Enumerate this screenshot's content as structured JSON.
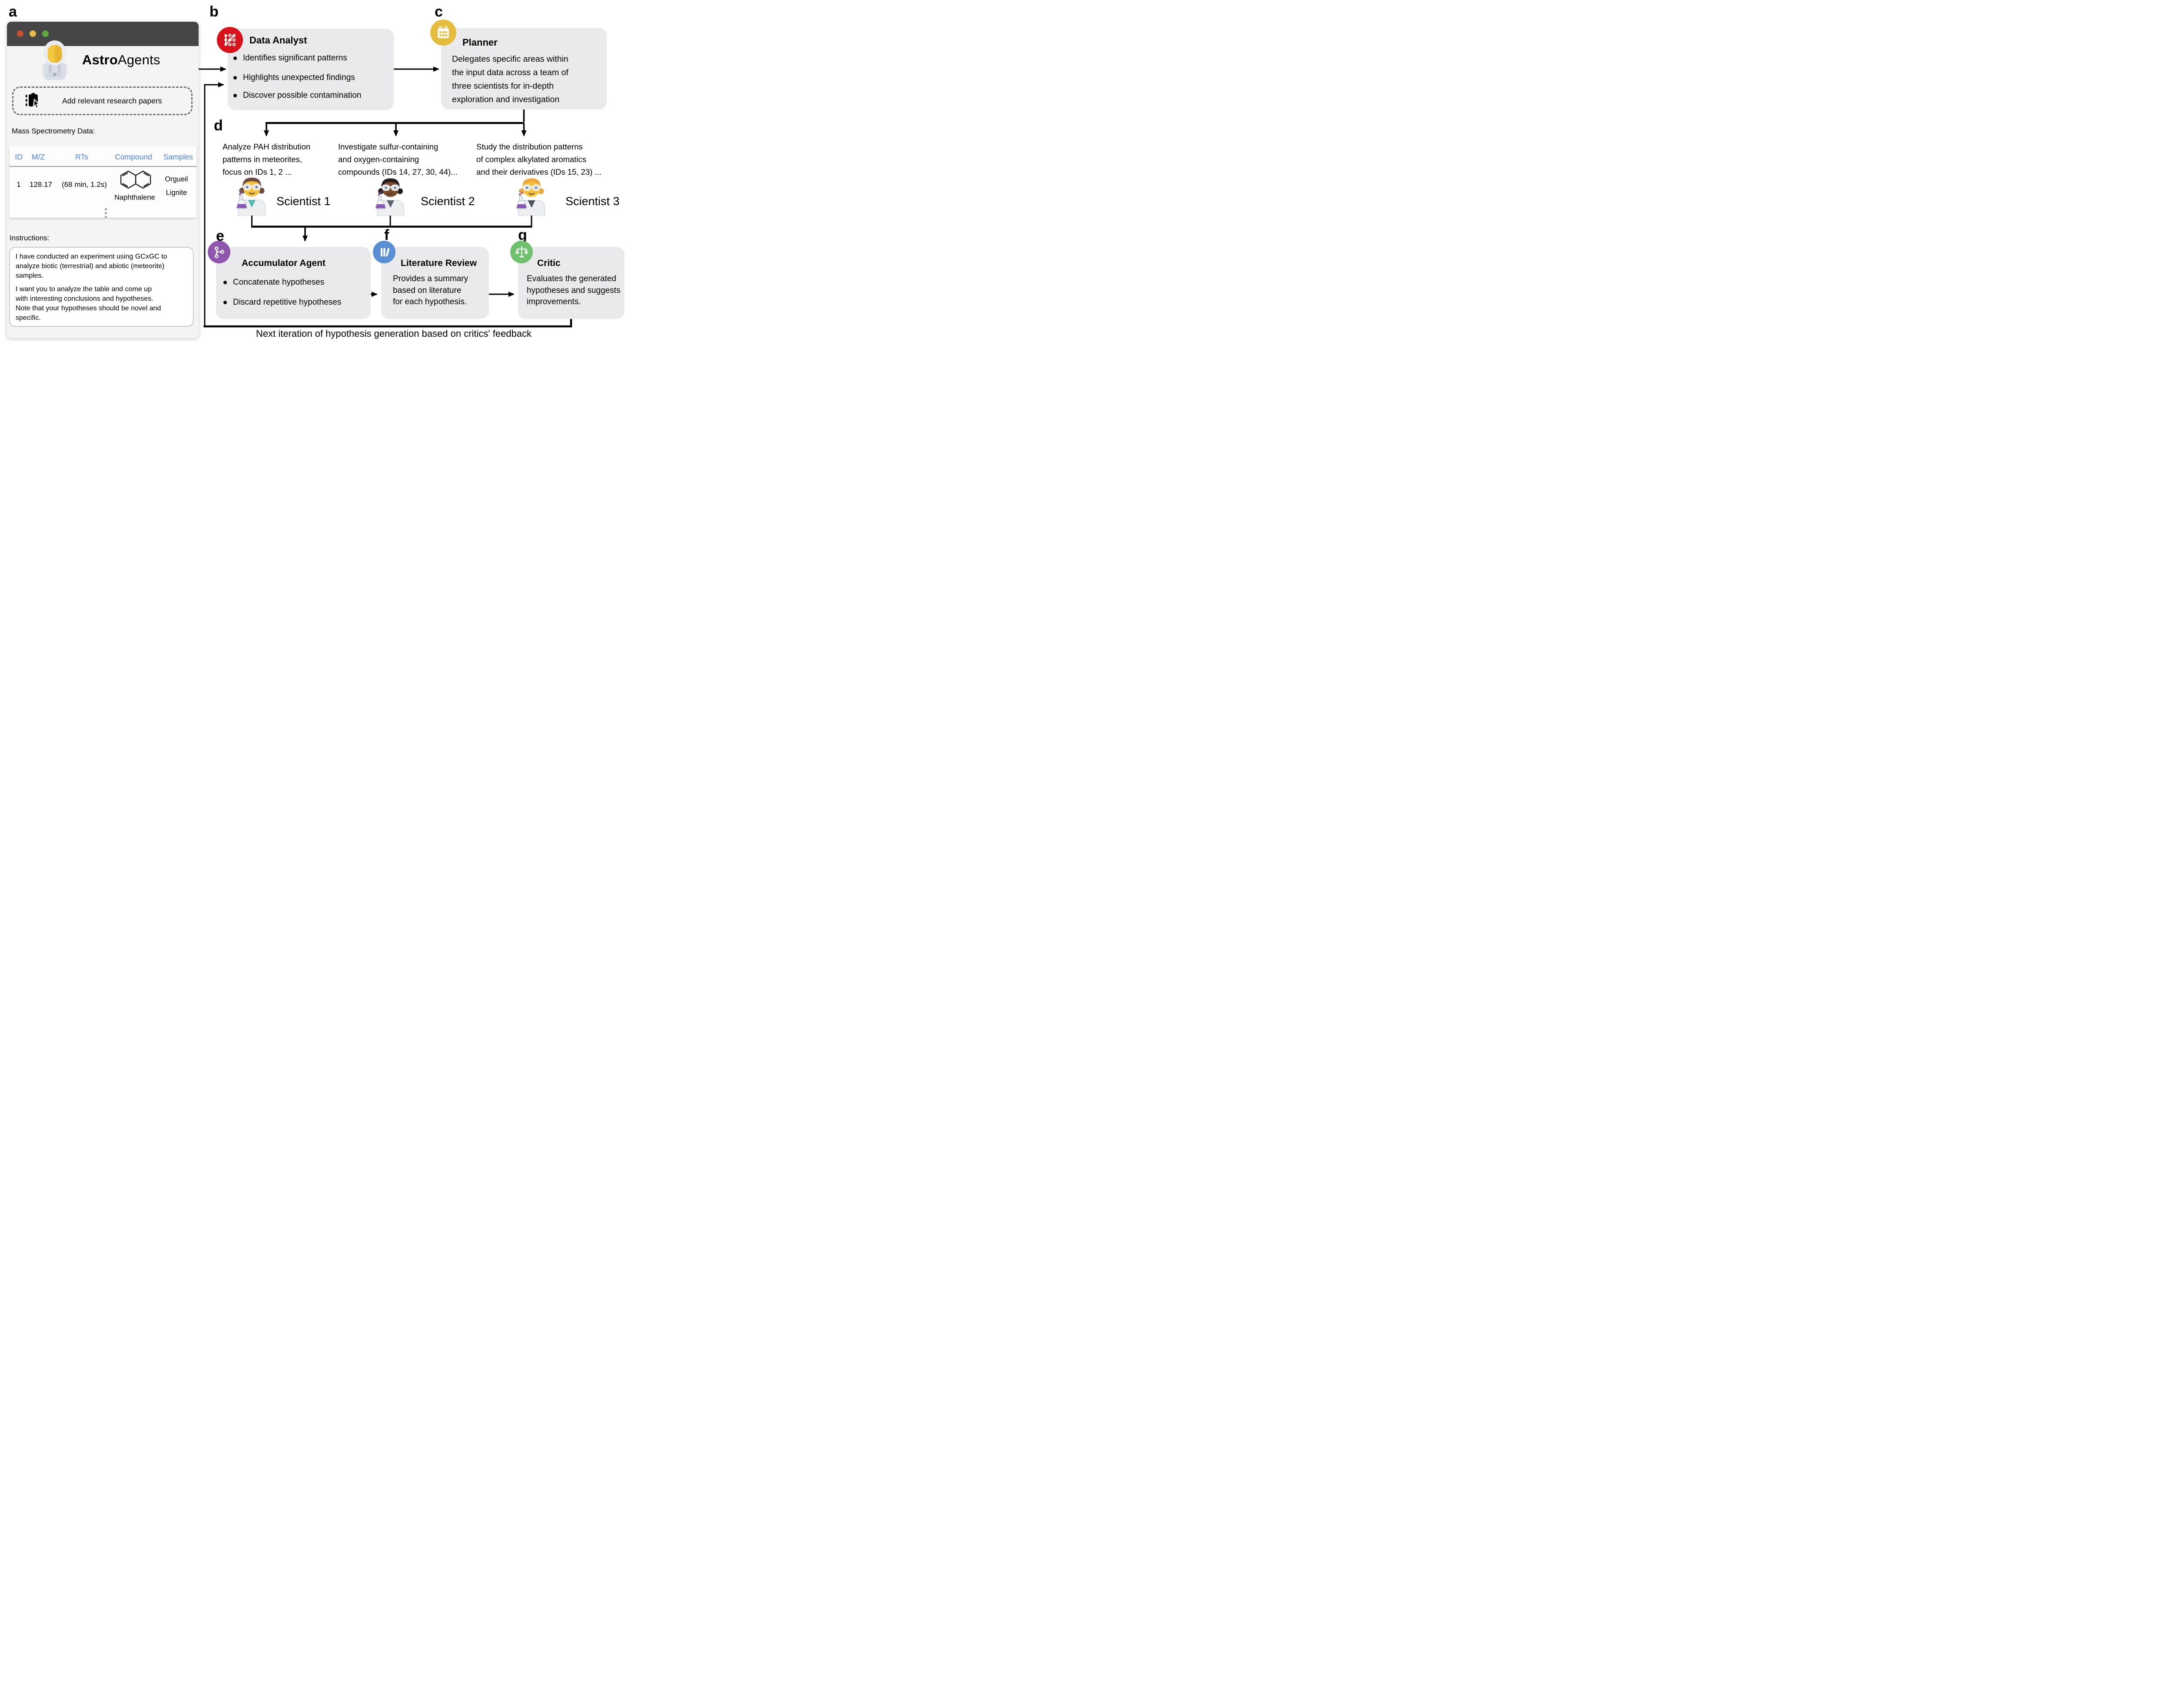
{
  "panel_labels": {
    "a": "a",
    "b": "b",
    "c": "c",
    "d": "d",
    "e": "e",
    "f": "f",
    "g": "g"
  },
  "window": {
    "logo_bold": "Astro",
    "logo_regular": "Agents",
    "add_papers_label": "Add relevant research papers",
    "ms_data_label": "Mass Spectrometry Data:",
    "table": {
      "headers": [
        "ID",
        "M/Z",
        "RTs",
        "Compound",
        "Samples"
      ],
      "row": {
        "id": "1",
        "mz": "128.17",
        "rts": "(68 min, 1.2s)",
        "compound": "Naphthalene",
        "samples": [
          "Orgueil",
          "Lignite"
        ]
      }
    },
    "instructions_label": "Instructions:",
    "instructions": {
      "p1_lines": [
        "I have conducted an experiment using GCxGC to",
        "analyze biotic (terrestrial) and abiotic (meteorite)",
        "samples."
      ],
      "p2_lines": [
        "I want you to analyze the table and come up",
        "with interesting conclusions and hypotheses.",
        "Note that your hypotheses should be novel and",
        "specific."
      ]
    }
  },
  "agents": {
    "data_analyst": {
      "name": "Data Analyst",
      "bullets": [
        "Identifies significant patterns",
        "Highlights unexpected findings",
        "Discover possible contamination"
      ]
    },
    "planner": {
      "name": "Planner",
      "lines": [
        "Delegates specific areas within",
        "the input data across a team of",
        "three scientists for in-depth",
        "exploration and investigation"
      ]
    },
    "accumulator": {
      "name": "Accumulator Agent",
      "bullets": [
        "Concatenate hypotheses",
        "Discard repetitive hypotheses"
      ]
    },
    "literature_review": {
      "name": "Literature Review",
      "lines": [
        "Provides a summary",
        "based on literature",
        "for each hypothesis."
      ]
    },
    "critic": {
      "name": "Critic",
      "lines": [
        "Evaluates the generated",
        "hypotheses and suggests",
        "improvements."
      ]
    }
  },
  "scientists": [
    {
      "label": "Scientist 1",
      "task_lines": [
        "Analyze PAH distribution",
        "patterns in meteorites,",
        "focus on IDs 1, 2 ..."
      ]
    },
    {
      "label": "Scientist 2",
      "task_lines": [
        "Investigate sulfur-containing",
        "and oxygen-containing",
        "compounds (IDs 14, 27, 30, 44)..."
      ]
    },
    {
      "label": "Scientist 3",
      "task_lines": [
        "Study the distribution patterns",
        "of complex alkylated aromatics",
        "and their derivatives (IDs 15, 23) ..."
      ]
    }
  ],
  "feedback_note": "Next iteration of hypothesis generation based on critics' feedback",
  "colors": {
    "data_analyst": "#d6131a",
    "planner": "#e5bd3e",
    "accumulator": "#8f56ad",
    "literature_review": "#5b8fd4",
    "critic": "#6fc16d",
    "table_header_text": "#4c82f0",
    "title_bar": "#464646",
    "agent_box_bg": "#eaeaec",
    "traffic_red": "#c54e31",
    "traffic_yellow": "#e3bc4a",
    "traffic_green": "#61a83f"
  }
}
